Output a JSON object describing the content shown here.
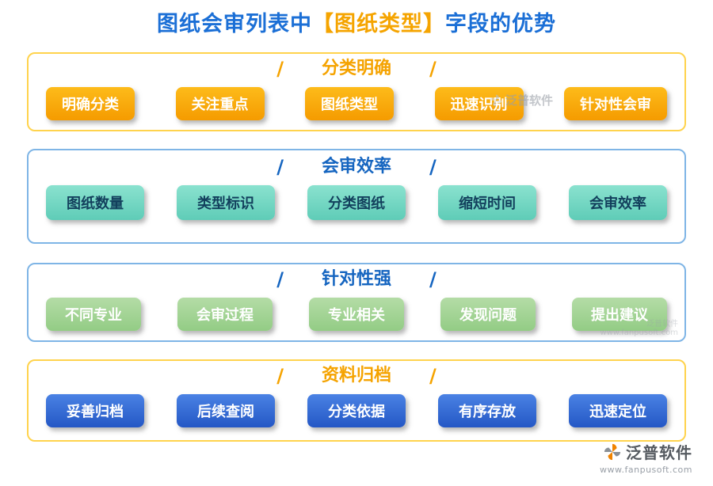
{
  "title": {
    "prefix": "图纸会审列表中",
    "highlight": "【图纸类型】",
    "suffix": "字段的优势"
  },
  "decor": {
    "slash": "/"
  },
  "colors": {
    "title_blue": "#1b6fd6",
    "title_highlight_orange": "#f5a400",
    "orange_accent": "#f5a300",
    "blue_accent": "#1565c0",
    "yellow_border": "#ffd34d",
    "blue_border": "#7fb5e6",
    "orange_chip": "#f7a800",
    "teal_chip": "#6fd6c2",
    "green_chip": "#a2d494",
    "blue_chip": "#3566cf"
  },
  "sections": [
    {
      "heading": "分类明确",
      "items": [
        "明确分类",
        "关注重点",
        "图纸类型",
        "迅速识别",
        "针对性会审"
      ]
    },
    {
      "heading": "会审效率",
      "items": [
        "图纸数量",
        "类型标识",
        "分类图纸",
        "缩短时间",
        "会审效率"
      ]
    },
    {
      "heading": "针对性强",
      "items": [
        "不同专业",
        "会审过程",
        "专业相关",
        "发现问题",
        "提出建议"
      ]
    },
    {
      "heading": "资料归档",
      "items": [
        "妥善归档",
        "后续查阅",
        "分类依据",
        "有序存放",
        "迅速定位"
      ]
    }
  ],
  "watermark": {
    "brand": "泛普软件",
    "url": "www.fanpusoft.com"
  },
  "footer": {
    "brand": "泛普软件",
    "url": "www.fanpusoft.com"
  }
}
